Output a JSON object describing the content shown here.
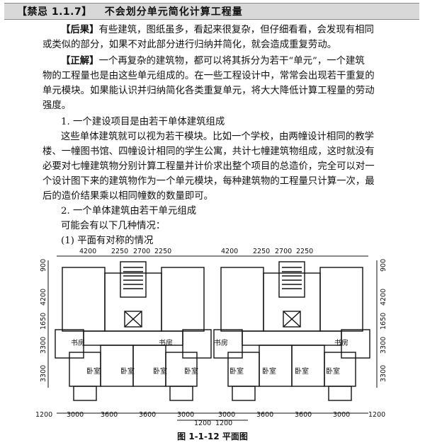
{
  "header": {
    "tag": "【禁忌 1.1.7】",
    "title": "不会划分单元简化计算工程量"
  },
  "paragraphs": {
    "consequence_label": "【后果】",
    "consequence_l1": "有些建筑，图纸虽多，看起来很复杂，但仔细看看，会发现有相同",
    "consequence_l2": "或类似的部分，如果不对此部分进行归纳并简化，就会造成重复劳动。",
    "correct_label": "【正解】",
    "correct_l1": "一个再复杂的建筑物，都可以将其拆分为若干“单元”，一个建筑",
    "correct_l2": "物的工程量也是由这些单元组成的。在一些工程设计中，常常会出现若干重复的",
    "correct_l3": "单元模块。如果能认识并归纳简化各类重复单元，将大大降低计算工程量的劳动",
    "correct_l4": "强度。",
    "item1_heading": "1. 一个建设项目是由若干单体建筑组成",
    "item1_l1": "这些单体建筑就可以视为若干模块。比如一个学校，由两幢设计相同的教学",
    "item1_l2": "楼、一幢图书馆、四幢设计相同的学生公寓，共计七幢建筑物组成，这时就没有",
    "item1_l3": "必要对七幢建筑物分别计算工程量并计价求出整个项目的总造价，完全可以对一",
    "item1_l4": "个设计图下来的建筑物作为一个单元模块，每种建筑物的工程量只计算一次，最",
    "item1_l5": "后的造价结果乘以相同幢数的数量即可。",
    "item2_heading": "2. 一个单体建筑由若干单元组成",
    "item2_l1": "可能会有以下几种情况：",
    "sub1": "(1) 平面有对称的情况"
  },
  "plan": {
    "top_dims": [
      "4200",
      "2250",
      "2700",
      "2250",
      "4200",
      "2250",
      "2700",
      "2250"
    ],
    "left_dims": [
      "900",
      "4200",
      "1650",
      "3300",
      "3300"
    ],
    "right_dims": [
      "900",
      "4200",
      "1650",
      "3300",
      "3300"
    ],
    "bottom_dims": [
      "1200",
      "3000",
      "3600",
      "3600",
      "3000",
      "3000",
      "3600",
      "3600",
      "3000",
      "1200"
    ],
    "bottom_mid_dims": [
      "1200",
      "1200"
    ],
    "room_study": "书房",
    "room_bedroom": "卧室",
    "caption": "图 1-1-12   平面图"
  }
}
